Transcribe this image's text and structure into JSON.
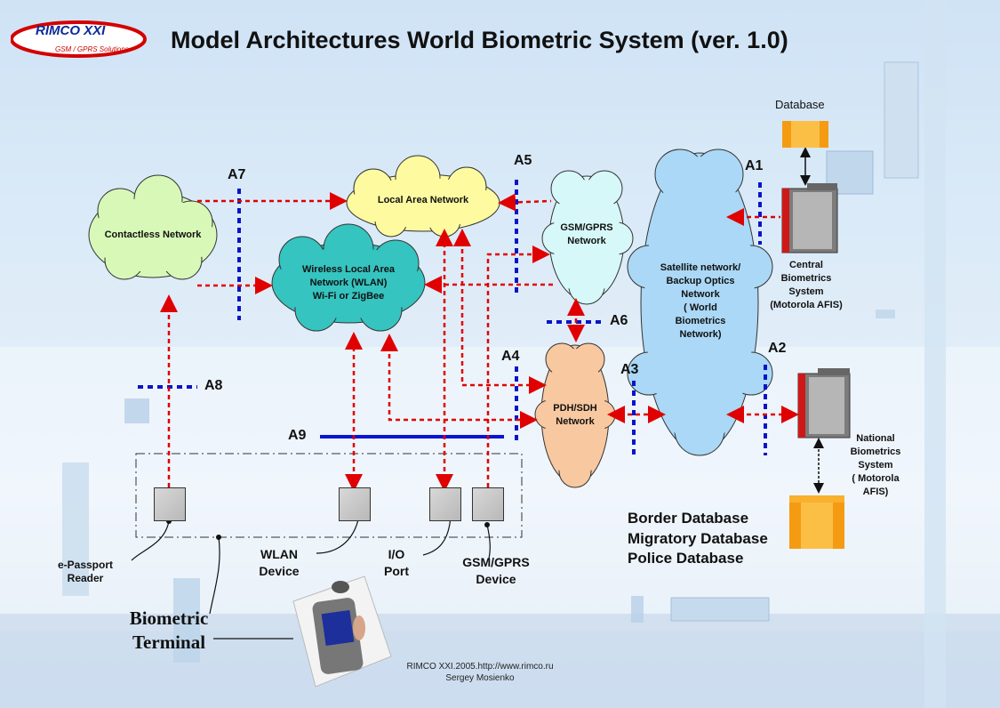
{
  "title": "Model Architectures World Biometric System (ver. 1.0)",
  "logo": {
    "name": "RIMCO XXI",
    "tagline": "GSM / GPRS Solutions"
  },
  "clouds": {
    "contactless": "Contactless Network",
    "lan": "Local Area Network",
    "wlan": [
      "Wireless Local Area",
      "Network (WLAN)",
      "Wi-Fi or ZigBee"
    ],
    "gsm": [
      "GSM/GPRS",
      "Network"
    ],
    "pdh": [
      "PDH/SDH",
      "Network"
    ],
    "satellite": [
      "Satellite network/",
      "Backup Optics",
      "Network",
      "( World",
      "Biometrics",
      "Network)"
    ]
  },
  "points": {
    "a1": "A1",
    "a2": "A2",
    "a3": "A3",
    "a4": "A4",
    "a5": "A5",
    "a6": "A6",
    "a7": "A7",
    "a8": "A8",
    "a9": "A9"
  },
  "nodes": {
    "database": "Database",
    "central": [
      "Central",
      "Biometrics",
      "System",
      "(Motorola AFIS)"
    ],
    "national": [
      "National",
      "Biometrics",
      "System",
      "( Motorola",
      "AFIS)"
    ]
  },
  "databases": [
    "Border Database",
    "Migratory Database",
    "Police Database"
  ],
  "devices": {
    "epassport": [
      "e-Passport",
      "Reader"
    ],
    "wlan": [
      "WLAN",
      "Device"
    ],
    "io": [
      "I/O",
      "Port"
    ],
    "gsm": [
      "GSM/GPRS",
      "Device"
    ]
  },
  "terminal": [
    "Biometric",
    "Terminal"
  ],
  "footer": [
    "RIMCO XXI.2005.http://www.rimco.ru",
    "Sergey Mosienko"
  ],
  "colors": {
    "arrow": "#e00000",
    "boundary": "#0a14c8",
    "bus": "#0a14d2",
    "lan": "#fdfaa0",
    "contactless": "#d8f8b8",
    "wlan": "#35c4c0",
    "gsm": "#d6f8f8",
    "pdh": "#f8c8a0",
    "satellite": "#aad8f6",
    "db": "#f59b12"
  }
}
